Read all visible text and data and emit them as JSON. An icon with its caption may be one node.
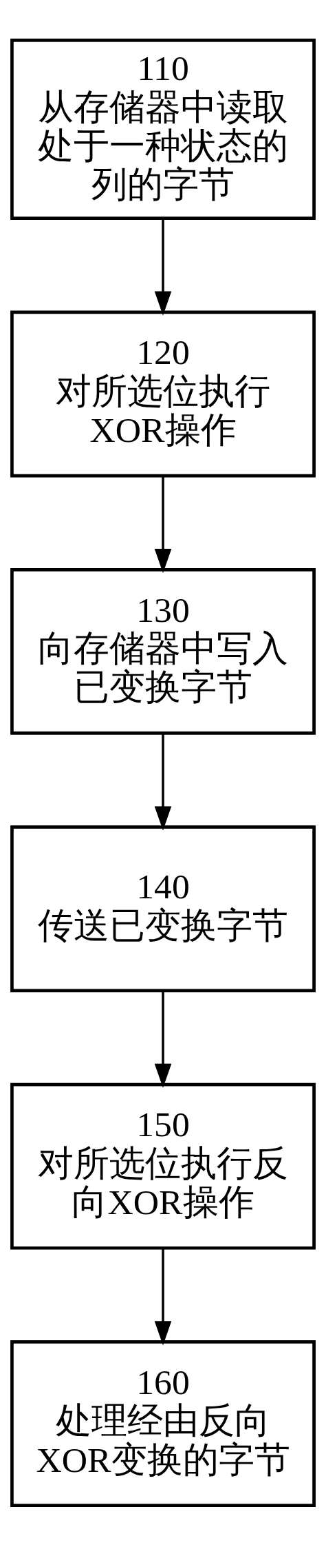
{
  "diagram": {
    "nodes": [
      {
        "text": [
          "110",
          "从存储器中读取处于一种状态的列的字节"
        ]
      },
      {
        "text": [
          "120",
          "对所选位执行XOR操作"
        ]
      },
      {
        "text": [
          "130",
          "向存储器中写入已变换字节"
        ]
      },
      {
        "text": [
          "140",
          "传送已变换字节"
        ]
      },
      {
        "text": [
          "150",
          "对所选位执行反向XOR操作"
        ]
      },
      {
        "text": [
          "160",
          "处理经由反向XOR变换的字节"
        ]
      }
    ],
    "edges": [
      {
        "from": 0,
        "to": 1,
        "arrow": "to"
      },
      {
        "from": 1,
        "to": 2,
        "arrow": "to"
      },
      {
        "from": 2,
        "to": 3,
        "arrow": "to"
      },
      {
        "from": 3,
        "to": 4,
        "arrow": "to"
      },
      {
        "from": 4,
        "to": 5,
        "arrow": "to"
      }
    ]
  }
}
